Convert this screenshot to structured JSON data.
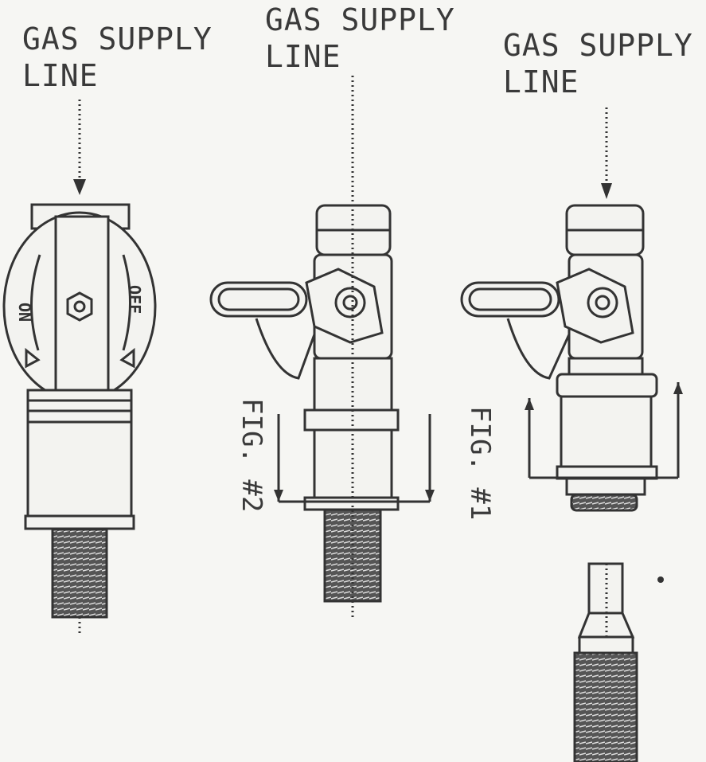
{
  "figures": [
    {
      "id": "left",
      "label_line1": "GAS SUPPLY",
      "label_line2": "LINE",
      "valve_labels": {
        "on": "ON",
        "off": "OFF"
      }
    },
    {
      "id": "fig2",
      "label_line1": "GAS SUPPLY",
      "label_line2": "LINE",
      "caption": "FIG. #2"
    },
    {
      "id": "fig1",
      "label_line1": "GAS SUPPLY",
      "label_line2": "LINE",
      "caption": "FIG. #1"
    }
  ]
}
